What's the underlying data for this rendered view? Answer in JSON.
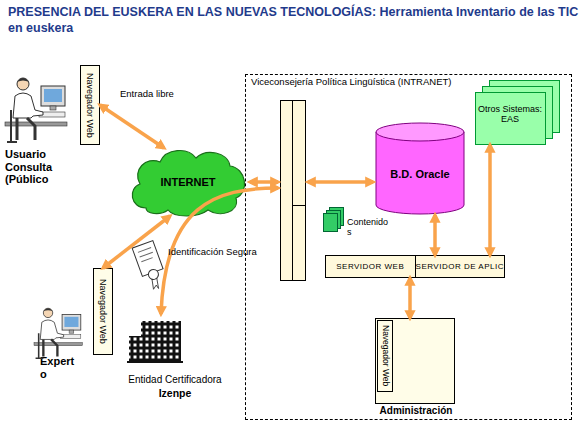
{
  "diagram": {
    "title": "PRESENCIA DEL EUSKERA EN LAS NUEVAS TECNOLOGÍAS: Herramienta Inventario de las TIC en euskera",
    "nodes": [
      {
        "text": [
          "Usuario Consulta (Público"
        ]
      },
      {
        "text": [
          "Navegador Web"
        ]
      },
      {
        "text": [
          "INTERNET"
        ]
      },
      {
        "text": [
          "Expert o"
        ]
      },
      {
        "text": [
          "Navegador Web"
        ]
      },
      {
        "text": [
          "Entidad Certificadora",
          "Izenpe"
        ]
      },
      {
        "text": [
          "Viceconsejería Política Lingüística (INTRANET)"
        ]
      },
      {
        "text": [
          "Otros Sistemas: EAS"
        ],
        "in": 6
      },
      {
        "text": [
          "B.D. Oracle"
        ],
        "in": 6
      },
      {
        "text": [
          "Contenido s"
        ],
        "in": 6
      },
      {
        "text": [
          "SERVIDOR WEB",
          "SERVIDOR DE APLIC"
        ],
        "in": 6
      },
      {
        "text": [
          "Administración"
        ],
        "in": 6
      },
      {
        "text": [
          "Navegador Web"
        ],
        "in": 11
      }
    ],
    "edges": [
      {
        "from": 1,
        "to": 2,
        "arrow": "both",
        "label": "Entrada libre"
      },
      {
        "from": 4,
        "to": 2,
        "arrow": "both"
      },
      {
        "from": 8,
        "to": 10,
        "arrow": "both"
      },
      {
        "from": 7,
        "to": 10,
        "arrow": "both"
      },
      {
        "from": 10,
        "to": 11,
        "arrow": "both"
      }
    ],
    "labels": [
      "Identificación Segura"
    ]
  }
}
